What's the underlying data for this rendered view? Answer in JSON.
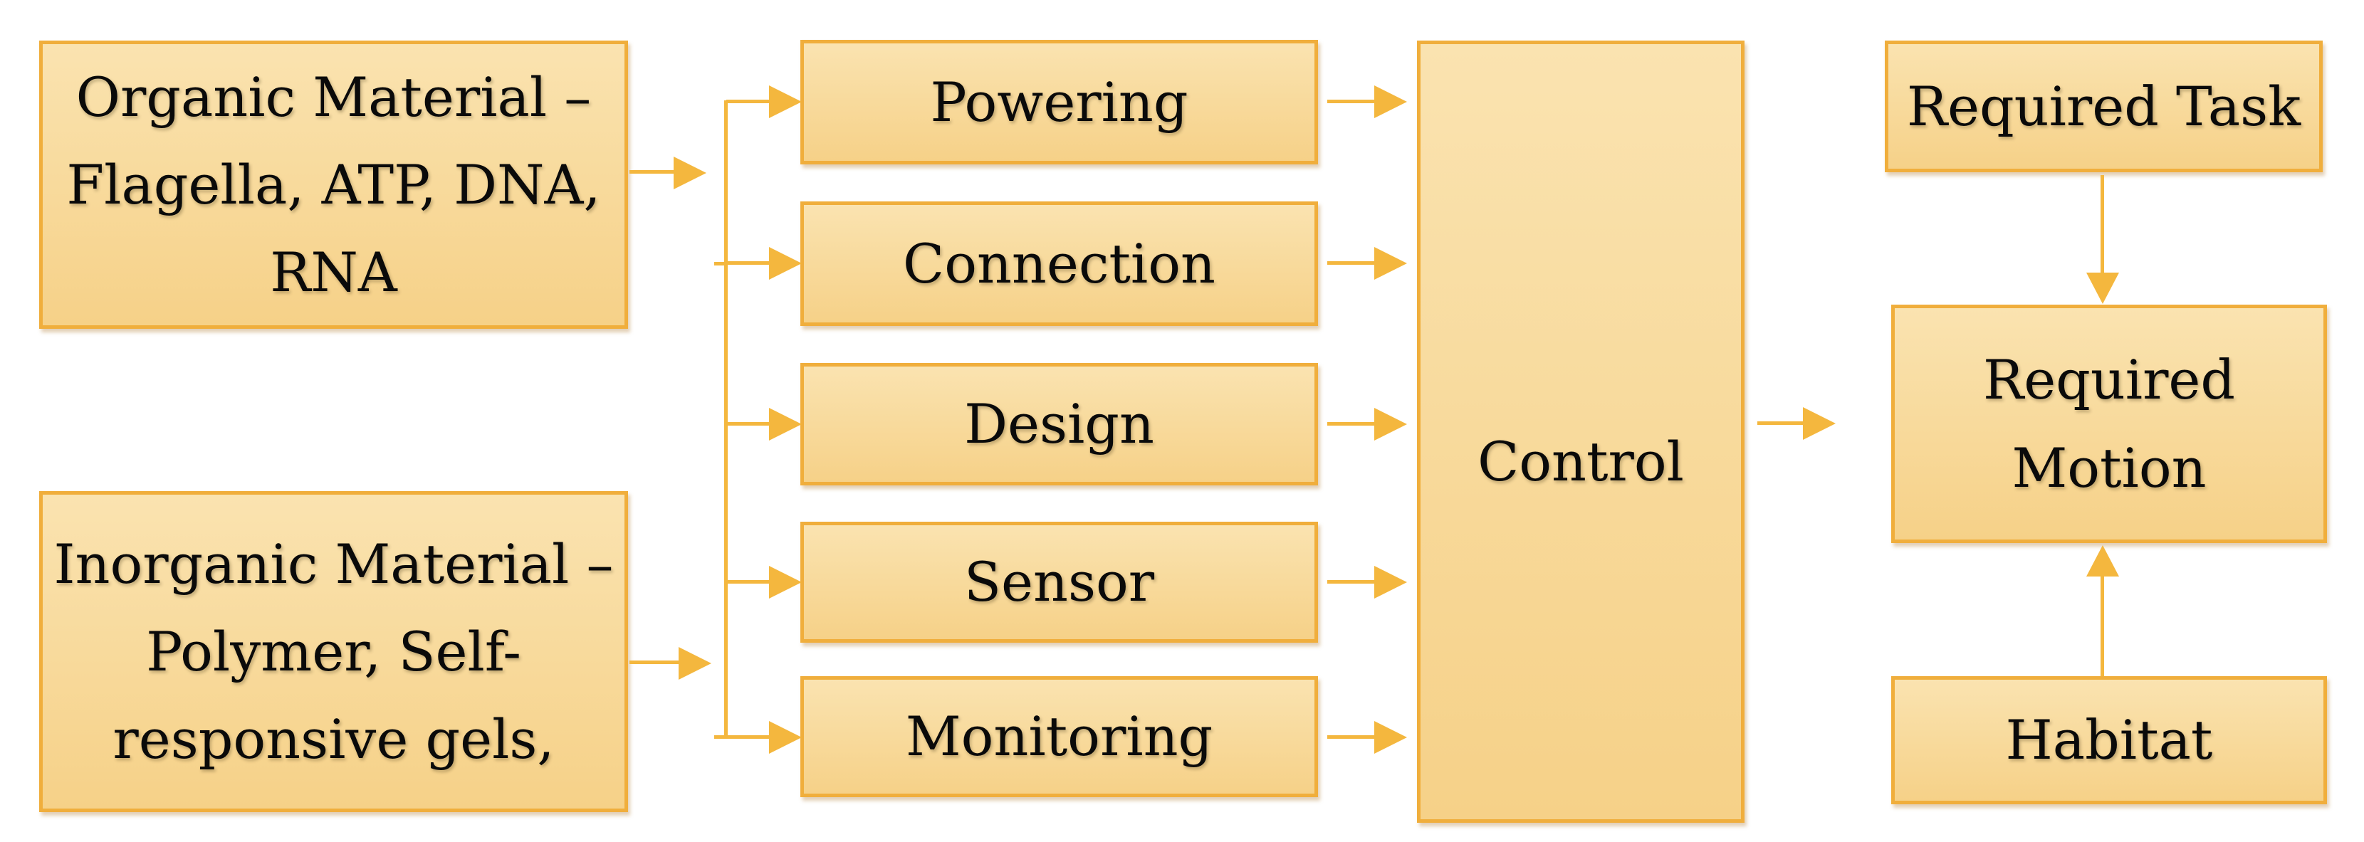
{
  "diagram": {
    "boxes": {
      "organic": {
        "lines": [
          "Organic Material –",
          "Flagella, ATP, DNA,",
          "RNA"
        ]
      },
      "inorganic": {
        "lines": [
          "Inorganic Material –",
          "Polymer, Self-",
          "responsive gels,"
        ]
      },
      "powering": {
        "label": "Powering"
      },
      "connection": {
        "label": "Connection"
      },
      "design": {
        "label": "Design"
      },
      "sensor": {
        "label": "Sensor"
      },
      "monitoring": {
        "label": "Monitoring"
      },
      "control": {
        "label": "Control"
      },
      "required_task": {
        "label": "Required Task"
      },
      "required_motion": {
        "lines": [
          "Required",
          "Motion"
        ]
      },
      "habitat": {
        "label": "Habitat"
      }
    },
    "colors": {
      "box_border": "#f0ae3c",
      "arrow": "#f4b73e",
      "fill_top": "#fae3b0",
      "fill_bottom": "#f6d188",
      "text": "#0a0a0a",
      "background": "#ffffff"
    }
  }
}
